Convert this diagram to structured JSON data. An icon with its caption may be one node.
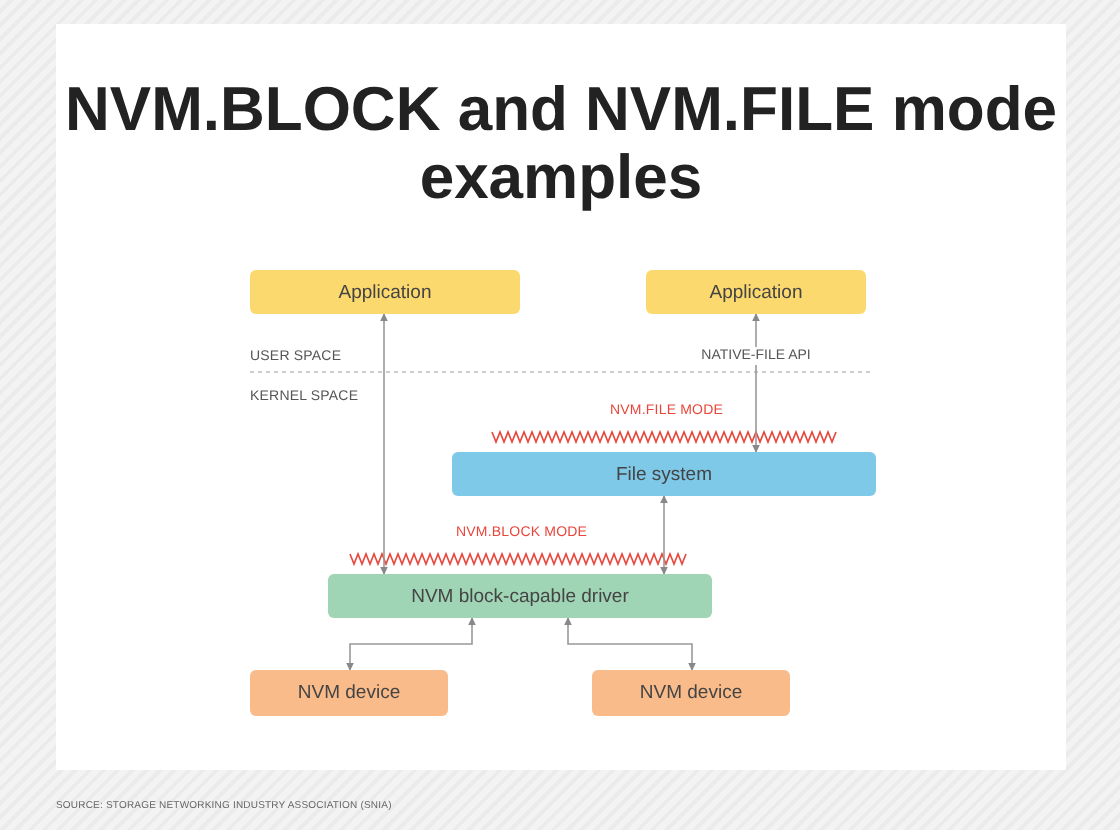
{
  "diagram": {
    "title": "NVM.BLOCK and NVM.FILE mode examples",
    "nodes": [
      {
        "text": [
          "Application"
        ]
      },
      {
        "text": [
          "Application"
        ]
      },
      {
        "text": [
          "File system"
        ]
      },
      {
        "text": [
          "NVM block-capable driver"
        ]
      },
      {
        "text": [
          "NVM device"
        ]
      },
      {
        "text": [
          "NVM device"
        ]
      }
    ],
    "edges": [
      {
        "from": 0,
        "to": 3,
        "arrow": "both"
      },
      {
        "from": 1,
        "to": 2,
        "arrow": "both",
        "label": "NATIVE-FILE API"
      },
      {
        "from": 2,
        "to": 3,
        "arrow": "both"
      },
      {
        "from": 3,
        "to": 4,
        "arrow": "both"
      },
      {
        "from": 3,
        "to": 5,
        "arrow": "both"
      }
    ],
    "labels": [
      "USER SPACE",
      "KERNEL SPACE",
      "NVM.FILE MODE",
      "NVM.BLOCK MODE",
      "SOURCE: STORAGE NETWORKING INDUSTRY ASSOCIATION (SNIA)"
    ]
  }
}
